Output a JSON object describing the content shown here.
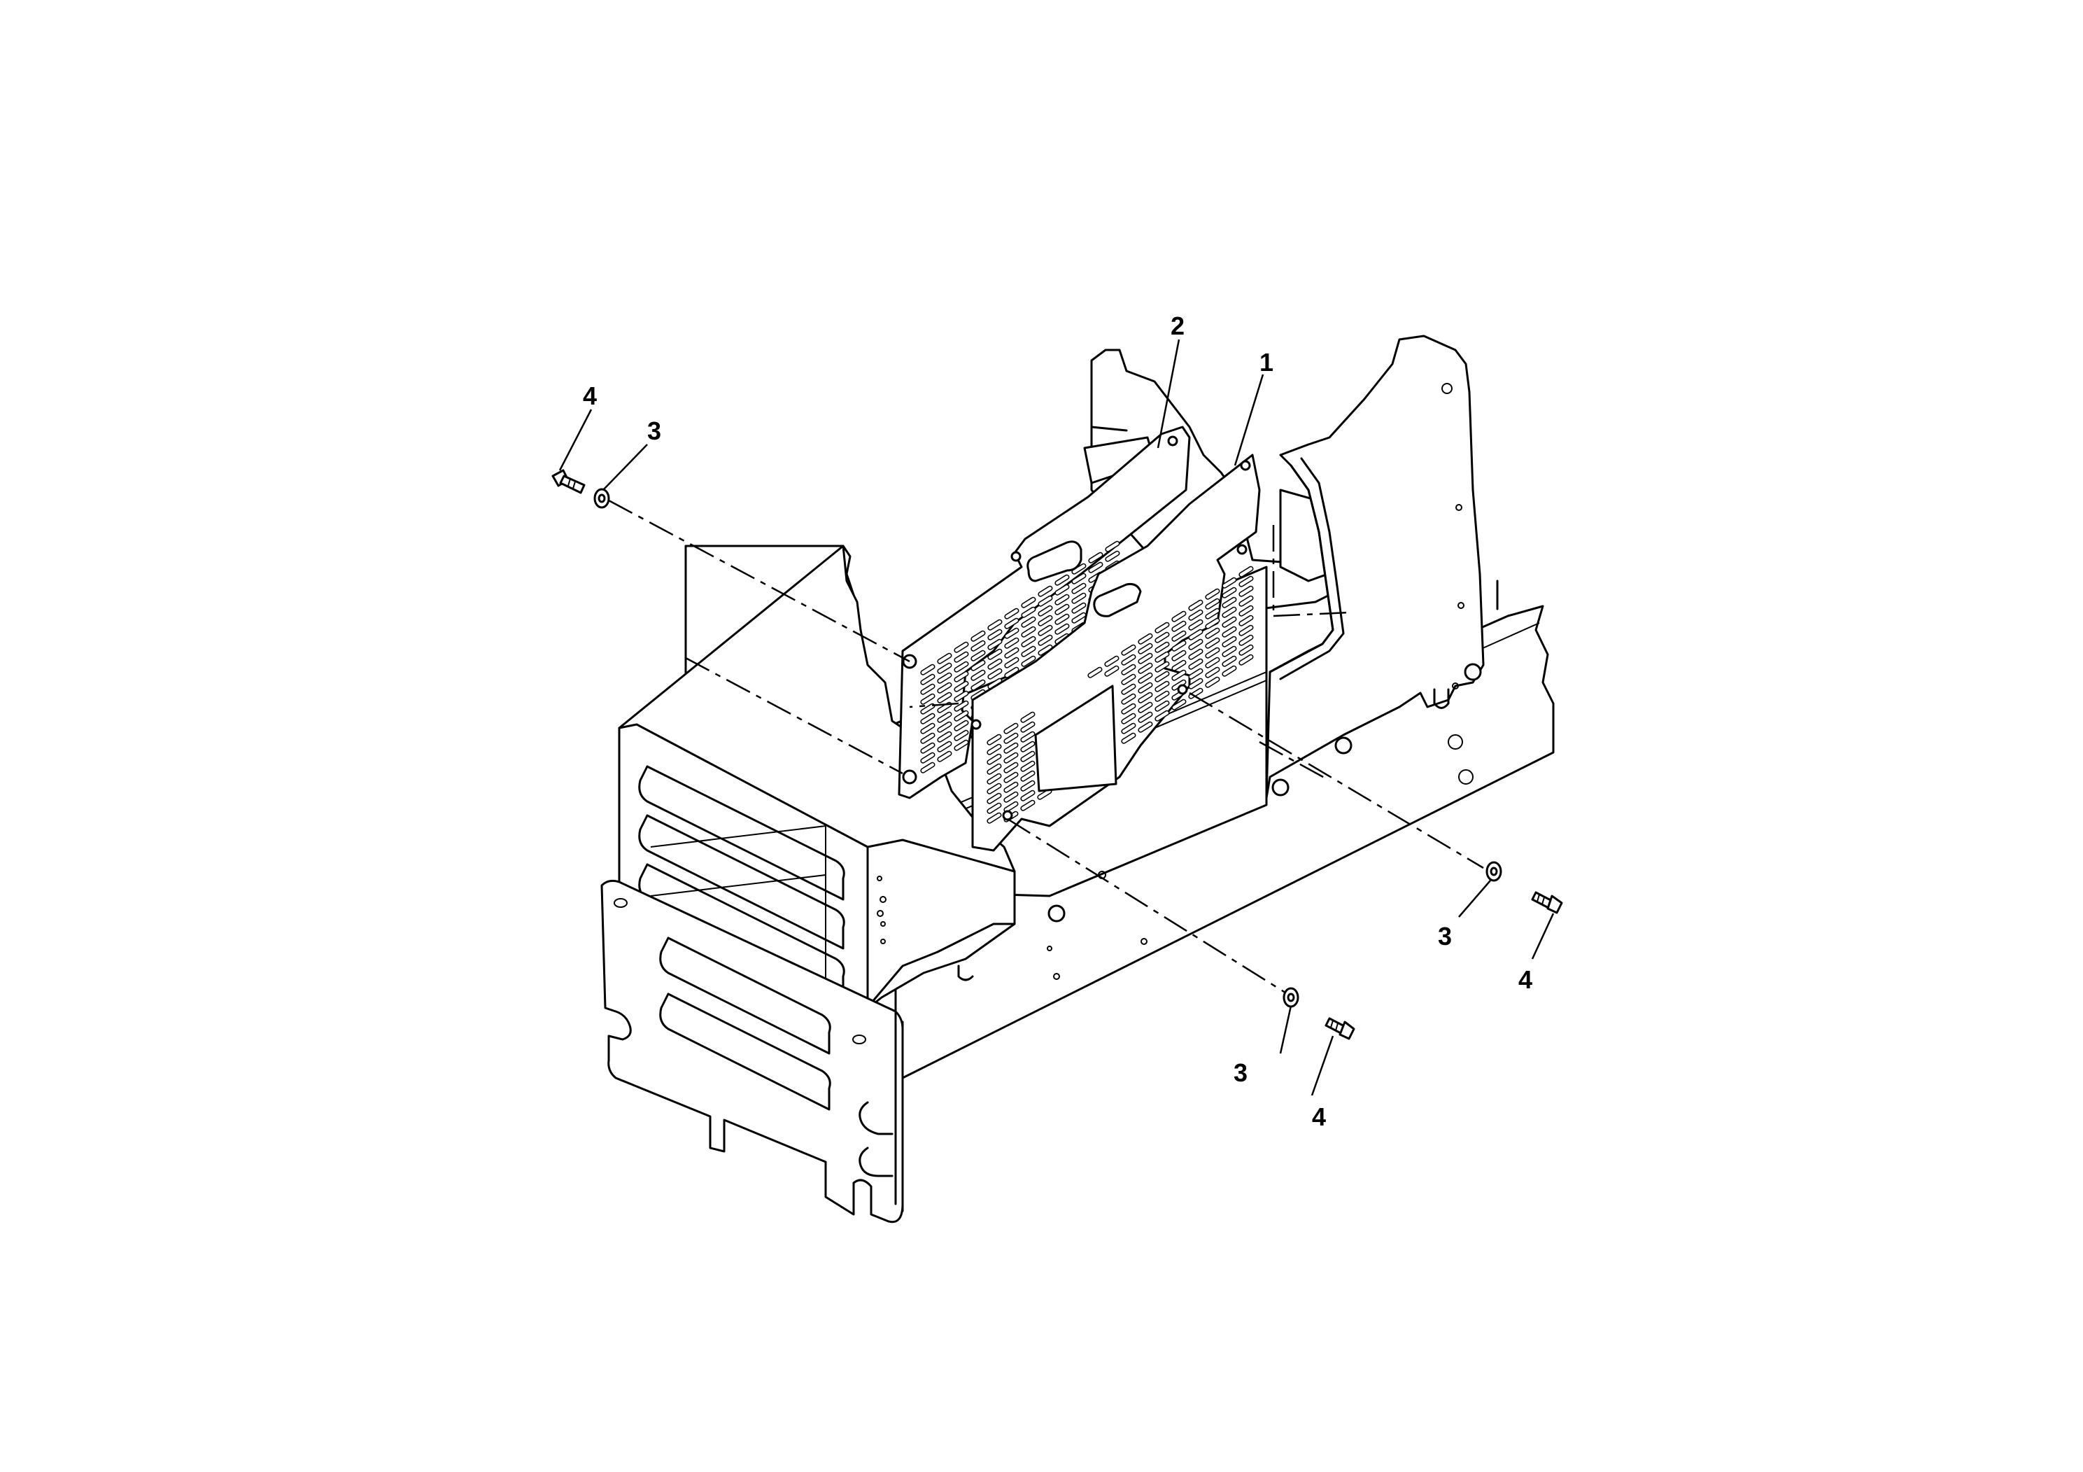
{
  "callouts": [
    {
      "id": "c1",
      "text": "1"
    },
    {
      "id": "c2",
      "text": "2"
    },
    {
      "id": "c3a",
      "text": "3"
    },
    {
      "id": "c4a",
      "text": "4"
    },
    {
      "id": "c3b",
      "text": "3"
    },
    {
      "id": "c4b",
      "text": "4"
    },
    {
      "id": "c3c",
      "text": "3"
    },
    {
      "id": "c4c",
      "text": "4"
    }
  ]
}
